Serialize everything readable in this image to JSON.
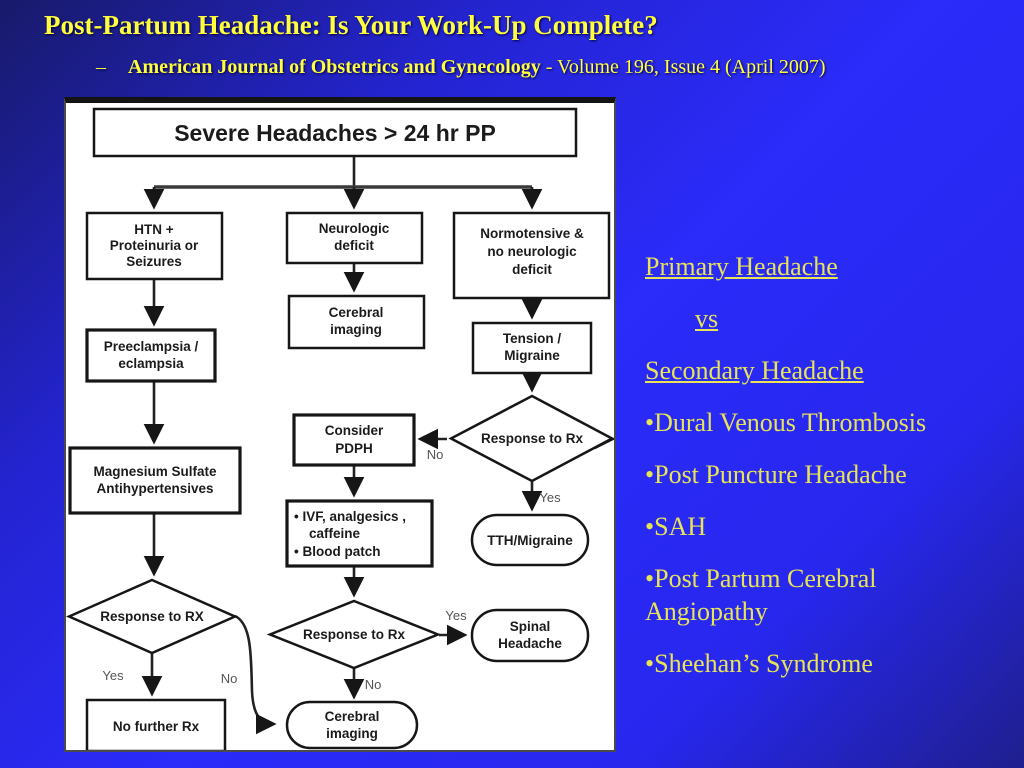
{
  "slide": {
    "title": "Post-Partum Headache: Is Your Work-Up Complete?",
    "subtitle": {
      "dash": "–",
      "journal": "American Journal of Obstetrics and Gynecology",
      "rest": " - Volume 196, Issue 4 (April 2007)"
    }
  },
  "colors": {
    "background_dark_blue": "#191c6b",
    "background_bright_blue": "#2b2bfa",
    "title_yellow": "#ffff3d",
    "list_yellow": "#e8e455",
    "flowchart_ink": "#1b1b1b",
    "panel_white": "#ffffff"
  },
  "flowchart": {
    "severe": "Severe Headaches > 24 hr PP",
    "htn": [
      "HTN +",
      "Proteinuria or",
      "Seizures"
    ],
    "neuro": [
      "Neurologic",
      "deficit"
    ],
    "normo": [
      "Normotensive  &",
      "no neurologic",
      "deficit"
    ],
    "cerebral_top": [
      "Cerebral",
      "imaging"
    ],
    "preeclampsia": [
      "Preeclampsia /",
      "eclampsia"
    ],
    "magnesium": [
      "Magnesium Sulfate",
      "Antihypertensives"
    ],
    "pdph": [
      "Consider",
      "PDPH"
    ],
    "ivf": [
      "•  IVF, analgesics ,",
      "caffeine",
      "•  Blood patch"
    ],
    "tension": [
      "Tension /",
      "Migraine"
    ],
    "diamond_left": "Response to RX",
    "diamond_mid": "Response to Rx",
    "diamond_right": "Response to Rx",
    "tth": "TTH/Migraine",
    "spinal": [
      "Spinal",
      "Headache"
    ],
    "cerebral_bottom": [
      "Cerebral",
      "imaging"
    ],
    "no_further": "No further Rx",
    "yes": "Yes",
    "no": "No"
  },
  "right_list": {
    "items": [
      {
        "text": "Primary Headache"
      },
      {
        "text": "vs"
      },
      {
        "text": "Secondary Headache"
      },
      {
        "text": "•Dural Venous Thrombosis"
      },
      {
        "text": "•Post Puncture Headache"
      },
      {
        "text": "•SAH"
      },
      {
        "text": "•Post Partum Cerebral Angiopathy"
      },
      {
        "text": "•Sheehan’s Syndrome"
      }
    ]
  }
}
